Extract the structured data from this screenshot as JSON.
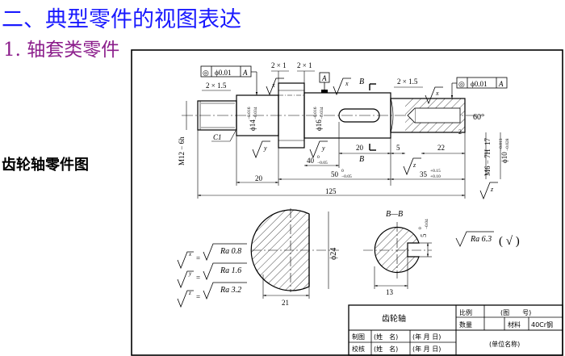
{
  "slide": {
    "title": "二、典型零件的视图表达",
    "subtitle": "1. 轴套类零件",
    "side_label": "齿轮轴零件图"
  },
  "drawing": {
    "tolerance_frames": [
      {
        "symbol": "◎",
        "value": "ϕ0.01",
        "datum": "A"
      },
      {
        "symbol": "◎",
        "value": "ϕ0.01",
        "datum": "A"
      }
    ],
    "datum_label": "A",
    "chamfers": [
      "2 × 1",
      "2 × 1",
      "2 × 1.5",
      "2 × 1.5"
    ],
    "thread_left": "M12 − 6h",
    "chamfer_c": "C1",
    "diameters": [
      {
        "base": "ϕ14",
        "upper": "−0.016",
        "lower": "−0.034"
      },
      {
        "base": "ϕ16",
        "upper": "−0.016",
        "lower": "−0.034"
      },
      {
        "base": "ϕ10",
        "upper": "−0.013",
        "lower": "−0.028"
      }
    ],
    "section_mark": "B",
    "section_label": "B—B",
    "lengths": {
      "d20a": "20",
      "d5": "5",
      "d22": "22",
      "d2": "2",
      "d40": "40",
      "d40_tol": "0",
      "d40_tol2": "−0.05",
      "d50": "50",
      "d50_tol": "0",
      "d50_tol2": "−0.05",
      "d35": "35",
      "d35_tol": "+0.15",
      "d35_tol2": "+0.10",
      "d20b": "20",
      "d125": "125",
      "d24": "ϕ24",
      "d21": "21",
      "d13": "13",
      "d5b": "5",
      "d5b_tol": "0",
      "d5b_tol2": "−0.04"
    },
    "thread_right": "M6 − 7H",
    "thread_depth": "17",
    "angle": "60°",
    "surface_marks": {
      "x": "x",
      "y": "y",
      "z": "z"
    },
    "roughness_legend": [
      {
        "letter": "x",
        "value": "Ra 0.8"
      },
      {
        "letter": "y",
        "value": "Ra 1.6"
      },
      {
        "letter": "z",
        "value": "Ra 3.2"
      }
    ],
    "general_roughness": "Ra 6.3",
    "general_roughness_paren": "( √ )"
  },
  "title_block": {
    "part_name": "齿轮轴",
    "scale_label": "比例",
    "quantity_label": "数量",
    "drawing_no": "(图　　号)",
    "material_label": "材料",
    "material_value": "40Cr钢",
    "drawn_label": "制图",
    "check_label": "校核",
    "name_placeholder": "(姓　名)",
    "date_placeholder": "(年 月 日)",
    "unit_name": "(单位名称)"
  },
  "colors": {
    "title": "#1a1aff",
    "subtitle": "#8b1d8b"
  }
}
